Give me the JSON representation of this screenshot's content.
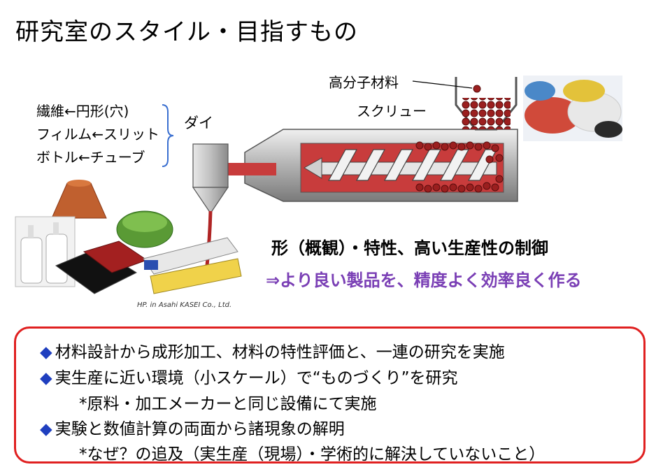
{
  "title": "研究室のスタイル・目指すもの",
  "product_labels": [
    "繊維←円形(穴)",
    "フィルム←スリット",
    "ボトル←チューブ"
  ],
  "die_label": "ダイ",
  "material_label": "高分子材料",
  "screw_label": "スクリュー",
  "headline": "形（概観）・特性、高い生産性の制御",
  "subline": "⇒より良い製品を、精度よく効率良く作る",
  "credit": "HP. in Asahi KASEI Co., Ltd.",
  "points": [
    {
      "bullet": "◆",
      "text": "材料設計から成形加工、材料の特性評価と、一連の研究を実施"
    },
    {
      "bullet": "◆",
      "text": "実生産に近い環境（小スケール）で“ものづくり”を研究"
    },
    {
      "bullet": "",
      "text": "*原料・加工メーカーと同じ設備にて実施"
    },
    {
      "bullet": "◆",
      "text": "実験と数値計算の両面から諸現象の解明"
    },
    {
      "bullet": "",
      "text": "*なぜ？の追及（実生産（現場）・学術的に解決していないこと）"
    }
  ],
  "colors": {
    "accent_purple": "#7a3fb5",
    "bullet_blue": "#1f3fbf",
    "box_red": "#e02020",
    "melt_red": "#c83c3c"
  }
}
